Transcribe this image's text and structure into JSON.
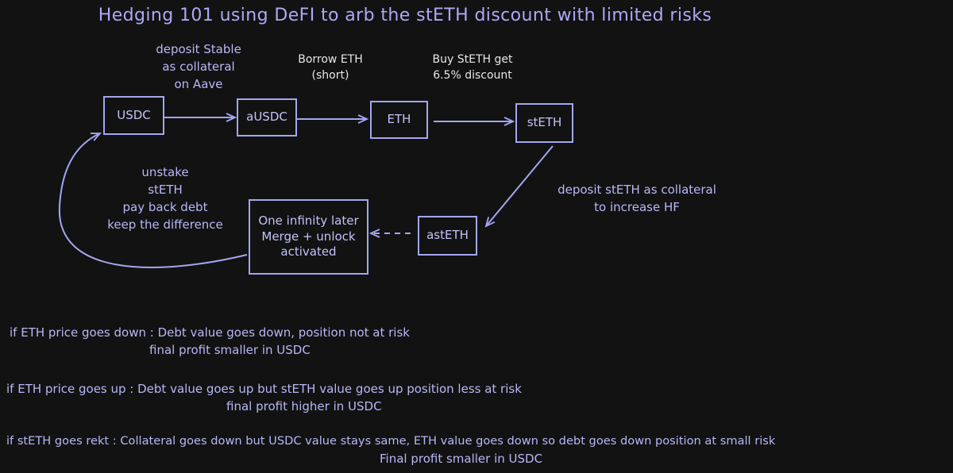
{
  "title": "Hedging 101 using DeFI to arb the stETH discount with limited risks",
  "nodes": {
    "usdc": "USDC",
    "ausdc": "aUSDC",
    "eth": "ETH",
    "steth": "stETH",
    "asteth": "astETH",
    "merge": [
      "One infinity later",
      "Merge + unlock",
      "activated"
    ]
  },
  "edge_labels": {
    "deposit_stable": [
      "deposit Stable",
      "as collateral",
      "on Aave"
    ],
    "borrow_eth": [
      "Borrow ETH",
      "(short)"
    ],
    "buy_steth": [
      "Buy StETH get",
      "6.5% discount"
    ],
    "deposit_steth": [
      "deposit stETH as collateral",
      "to increase HF"
    ],
    "unstake": [
      "unstake",
      "stETH",
      "pay back debt",
      "keep the difference"
    ]
  },
  "scenarios": [
    {
      "line1": "if ETH price goes down : Debt value goes down, position not at risk",
      "line2": "final profit smaller in USDC"
    },
    {
      "line1": "if ETH price goes up : Debt value goes up but stETH value goes up position less at risk",
      "line2": "final profit higher in USDC"
    },
    {
      "line1": "if stETH goes rekt : Collateral goes down but USDC value stays same, ETH value goes down so debt goes down position at small risk",
      "line2": "Final profit smaller in USDC"
    }
  ],
  "colors": {
    "background": "#121212",
    "stroke": "#a4a6f2",
    "text": "#b6b7f6"
  }
}
